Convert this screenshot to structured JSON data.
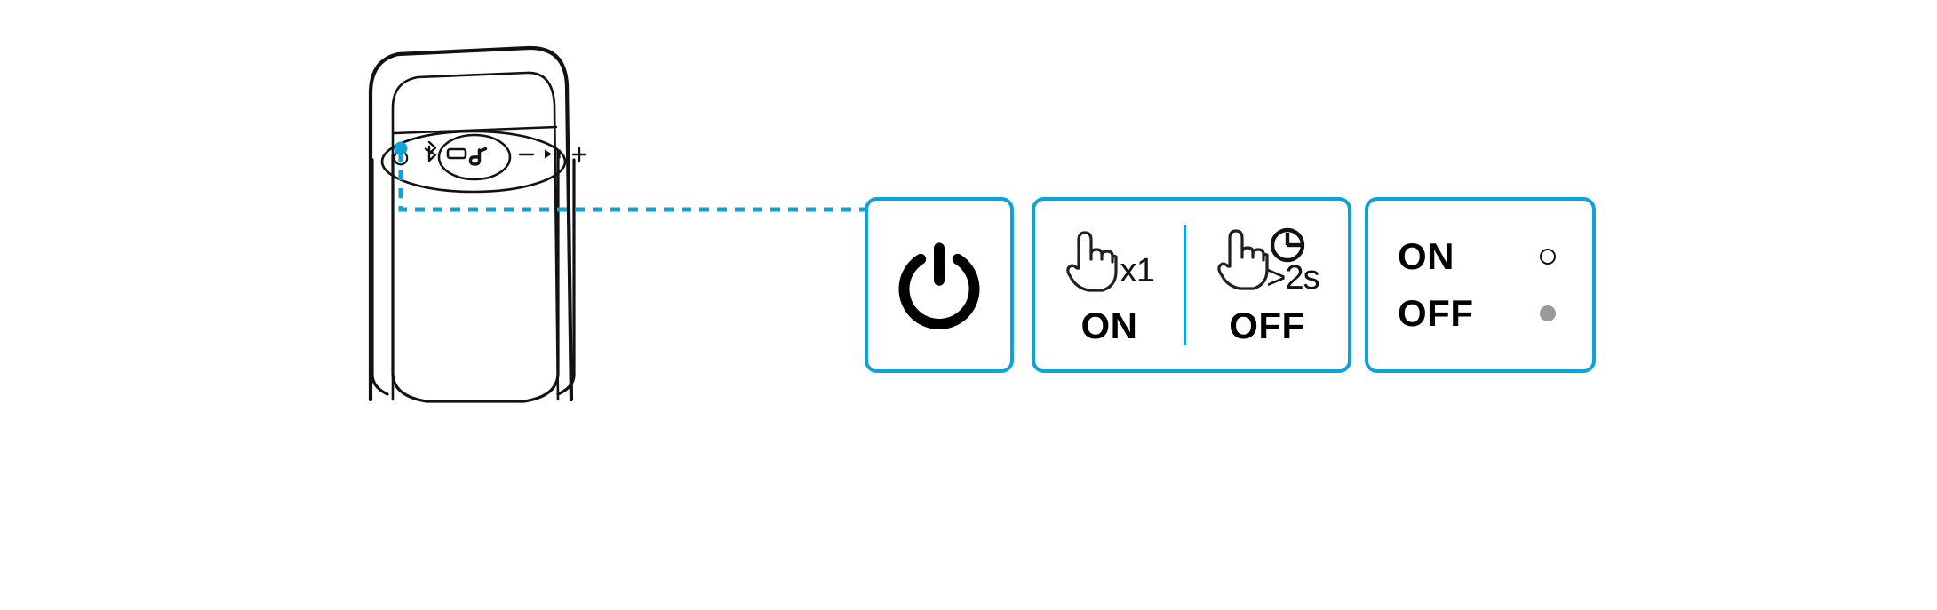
{
  "diagram": {
    "title": "Speaker power button operation",
    "accent_color": "#0CA2DC",
    "line_color": "#121212",
    "led_off_color": "#9A9A9A"
  },
  "product": {
    "name": "portable-bluetooth-speaker",
    "control_panel": {
      "buttons": [
        {
          "name": "power-button",
          "icon": "power-icon",
          "label": ""
        },
        {
          "name": "bluetooth-button",
          "icon": "bluetooth-icon",
          "label": ""
        },
        {
          "name": "battery-button",
          "icon": "battery-icon",
          "label": ""
        },
        {
          "name": "soundcore-button",
          "icon": "soundcore-logo-icon",
          "label": ""
        },
        {
          "name": "volume-down-button",
          "icon": "minus-icon",
          "label": ""
        },
        {
          "name": "play-pause-button",
          "icon": "play-pause-icon",
          "label": ""
        },
        {
          "name": "volume-up-button",
          "icon": "plus-icon",
          "label": ""
        }
      ]
    }
  },
  "callouts": {
    "power": {
      "icon": "power-icon"
    },
    "gestures": {
      "items": [
        {
          "icon": "hand-tap-icon",
          "count": "x1",
          "state": "ON"
        },
        {
          "icon": "hand-tap-icon",
          "clock_icon": "clock-icon",
          "duration": ">2s",
          "state": "OFF"
        }
      ]
    },
    "led": {
      "rows": [
        {
          "label": "ON",
          "indicator": "led-hollow"
        },
        {
          "label": "OFF",
          "indicator": "led-filled"
        }
      ]
    }
  }
}
